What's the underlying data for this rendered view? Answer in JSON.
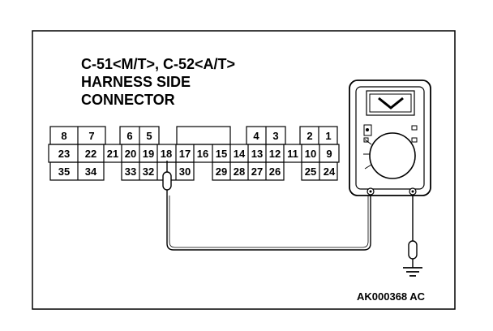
{
  "title_lines": [
    "C-51<M/T>, C-52<A/T>",
    "HARNESS SIDE",
    "CONNECTOR"
  ],
  "reference_code": "AK000368 AC",
  "connector": {
    "row1": [
      "8",
      "7",
      "6",
      "5",
      "4",
      "3",
      "2",
      "1"
    ],
    "row2": [
      "23",
      "22",
      "21",
      "20",
      "19",
      "18",
      "17",
      "16",
      "15",
      "14",
      "13",
      "12",
      "11",
      "10",
      "9"
    ],
    "row3": [
      "35",
      "34",
      "33",
      "32",
      "30",
      "29",
      "28",
      "27",
      "26",
      "25",
      "24"
    ]
  },
  "icons": {
    "meter": "multimeter-icon",
    "probe": "test-probe-icon",
    "ground": "ground-symbol-icon"
  },
  "colors": {
    "ink": "#000000",
    "background": "#ffffff"
  }
}
